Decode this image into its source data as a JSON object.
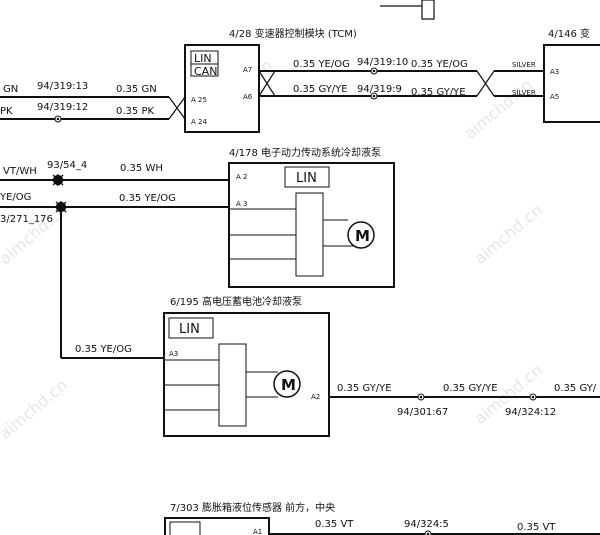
{
  "watermark": "aimchd.cn",
  "modules": {
    "tcm": {
      "title": "4/28 变速器控制模块 (TCM)",
      "lin": "LIN",
      "can": "CAN",
      "pins": {
        "a7": "A7",
        "a6": "A6",
        "a25": "A 25",
        "a24": "A 24"
      }
    },
    "right_module": {
      "title": "4/146 变",
      "pins": {
        "a3": "A3",
        "a5": "A5"
      },
      "silver_a3": "SILVER",
      "silver_a5": "SILVER"
    },
    "motor_pump": {
      "title": "4/178 电子动力传动系统冷却液泵",
      "lin": "LIN",
      "motor": "M",
      "pins": {
        "a2": "A 2",
        "a3": "A 3"
      }
    },
    "battery_pump": {
      "title": "6/195 高电压蓄电池冷却液泵",
      "lin": "LIN",
      "motor": "M",
      "pins": {
        "a3": "A3",
        "a2": "A2"
      }
    },
    "level_sensor": {
      "title": "7/303 膨胀箱液位传感器 前方，中央",
      "pins": {
        "a1": "A1"
      }
    }
  },
  "wires": {
    "gn_left": "GN",
    "pk_left": "PK",
    "gn_splice": "94/319:13",
    "pk_splice": "94/319:12",
    "gn_mid": "0.35 GN",
    "pk_mid": "0.35 PK",
    "yeog_tcm": "0.35 YE/OG",
    "yeog_splice": "94/319:10",
    "yeog_right": "0.35 YE/OG",
    "gyye_tcm": "0.35 GY/YE",
    "gyye_splice": "94/319:9",
    "gyye_right": "0.35 GY/YE",
    "vtwh_left": "VT/WH",
    "vtwh_splice": "93/54_4",
    "vtwh_mid": "0.35 WH",
    "yeog_left": "YE/OG",
    "yeog_left_splice": "3/271_176",
    "yeog_mid": "0.35 YE/OG",
    "yeog_drop": "0.35 YE/OG",
    "gyye_out1": "0.35 GY/YE",
    "gyye_out1_splice": "94/301:67",
    "gyye_out2": "0.35 GY/YE",
    "gyye_out2_splice": "94/324:12",
    "gyye_out3": "0.35 GY/",
    "vt1": "0.35 VT",
    "vt_splice": "94/324:5",
    "vt2": "0.35 VT"
  }
}
